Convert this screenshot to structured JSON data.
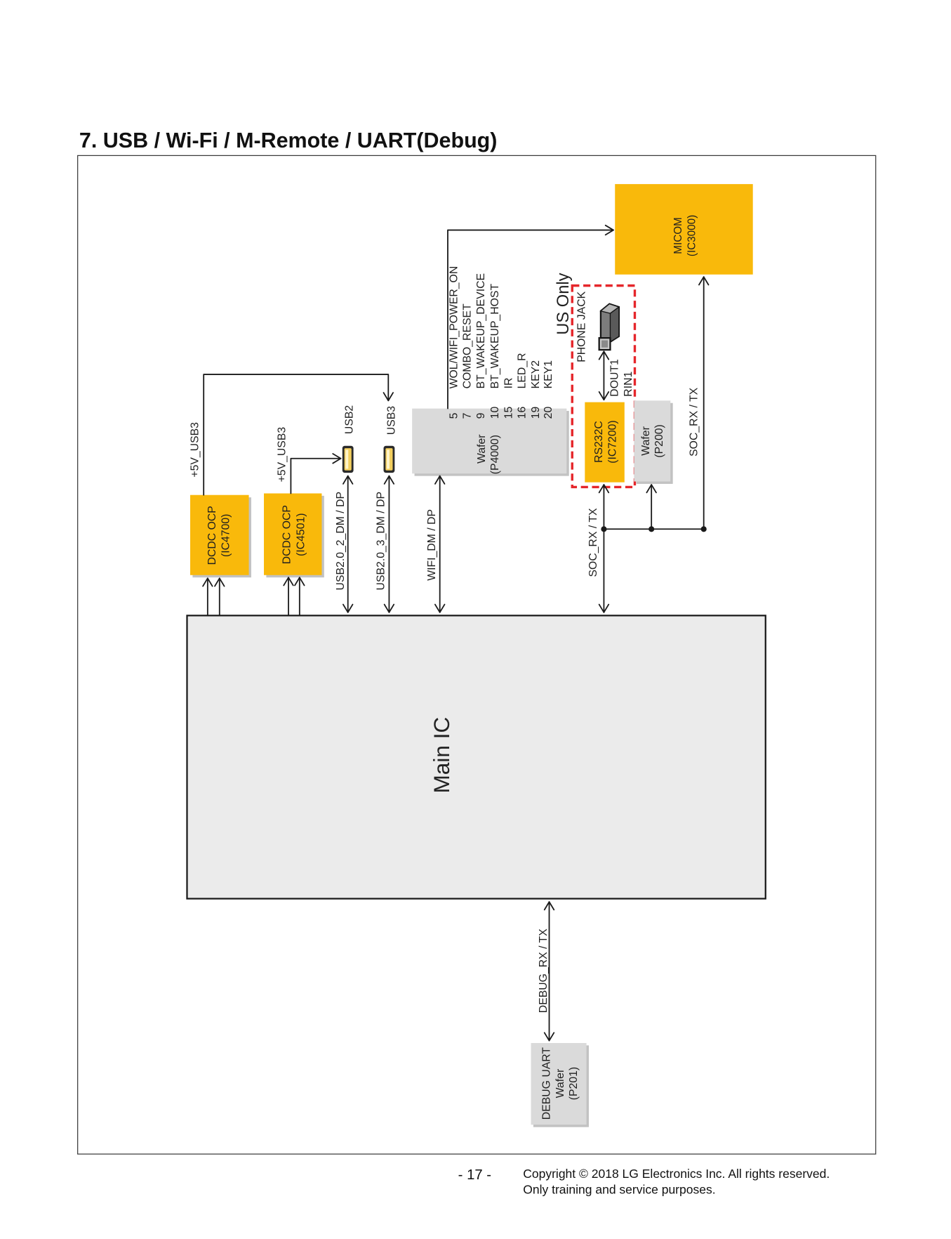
{
  "page": {
    "title": "7. USB / Wi-Fi / M-Remote / UART(Debug)",
    "page_number": "- 17 -",
    "copyright": "Copyright © 2018 LG Electronics Inc. All rights reserved.",
    "usage_note": "Only training and service purposes."
  },
  "colors": {
    "ic_yellow": "#F9B90B",
    "wafer_gray": "#DADADA",
    "main_ic_fill": "#EBEBEB",
    "us_only_red": "#E5262B"
  },
  "blocks": {
    "main_ic": {
      "label": "Main IC"
    },
    "micom": {
      "name": "MICOM",
      "ref": "(IC3000)"
    },
    "wafer_p4000": {
      "name": "Wafer",
      "ref": "(P4000)",
      "pins": [
        {
          "pin": "5",
          "signal": "WOL/WIFI_POWER_ON"
        },
        {
          "pin": "7",
          "signal": "COMBO_RESET"
        },
        {
          "pin": "9",
          "signal": "BT_WAKEUP_DEVICE"
        },
        {
          "pin": "10",
          "signal": "BT_WAKEUP_HOST"
        },
        {
          "pin": "15",
          "signal": "IR"
        },
        {
          "pin": "16",
          "signal": "LED_R"
        },
        {
          "pin": "19",
          "signal": "KEY2"
        },
        {
          "pin": "20",
          "signal": "KEY1"
        }
      ]
    },
    "rs232c": {
      "name": "RS232C",
      "ref": "(IC7200)"
    },
    "wafer_p200": {
      "name": "Wafer",
      "ref": "(P200)"
    },
    "dcdc_ic4700": {
      "name": "DCDC OCP",
      "ref": "(IC4700)"
    },
    "dcdc_ic4501": {
      "name": "DCDC OCP",
      "ref": "(IC4501)"
    },
    "debug_uart": {
      "name": "DEBUG UART",
      "type": "Wafer",
      "ref": "(P201)"
    },
    "phone_jack": {
      "label": "PHONE JACK",
      "icon": "phone-jack-icon"
    },
    "usb2_port": {
      "label": "USB2",
      "icon": "usb-port-icon"
    },
    "usb3_port": {
      "label": "USB3",
      "icon": "usb-port-icon"
    }
  },
  "region": {
    "us_only": "US Only"
  },
  "nets": {
    "power_usb3_ic4700": "+5V_USB3",
    "power_usb3_ic4501": "+5V_USB3",
    "usb2_0_2": "USB2.0_2_DM / DP",
    "usb2_0_3": "USB2.0_3_DM / DP",
    "wifi": "WIFI_DM / DP",
    "soc_uart_main": "SOC_RX / TX",
    "soc_uart_micom": "SOC_RX / TX",
    "rs232_dout": "DOUT1",
    "rs232_rin": "RIN1",
    "debug_uart": "DEBUG_RX / TX"
  }
}
